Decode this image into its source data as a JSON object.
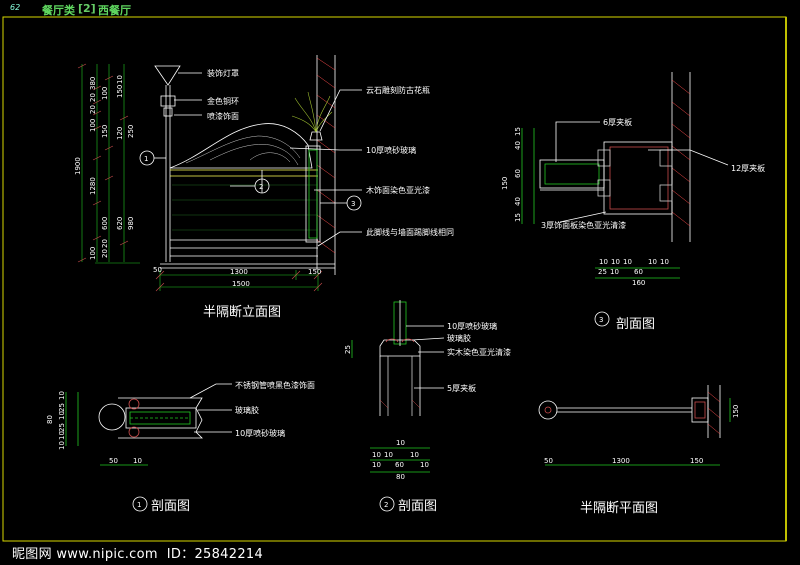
{
  "header": {
    "page_num": "62",
    "category": "餐厅类",
    "bracket": "[2]",
    "subcategory": "西餐厅"
  },
  "elevation": {
    "title": "半隔断立面图",
    "labels": [
      "装饰灯罩",
      "金色铜环",
      "喷漆饰面",
      "云石雕刻防古花瓶",
      "10厚喷砂玻璃",
      "木饰面染色亚光漆",
      "此脚线与墙面踢脚线相同"
    ],
    "circle_2": "2",
    "circle_3": "3",
    "circle_1": "1",
    "dims_left": [
      "1900",
      "1280",
      "100"
    ],
    "dims_col2": [
      "380",
      "20",
      "20",
      "100",
      "150",
      "600",
      "20",
      "100",
      "20"
    ],
    "dims_col3": [
      "10",
      "150",
      "120",
      "620",
      "980"
    ],
    "dims_col4": [
      "250"
    ],
    "bottom_dims": [
      "50",
      "1300",
      "150",
      "1500"
    ]
  },
  "section3": {
    "title": "剖面图",
    "num": "3",
    "labels": [
      "6厚夹板",
      "12厚夹板",
      "3厚饰面板染色亚光清漆"
    ],
    "vdims": [
      "15",
      "40",
      "150",
      "60",
      "40",
      "15"
    ],
    "hdims": [
      "10",
      "10",
      "10",
      "25",
      "10",
      "60",
      "10",
      "10",
      "160"
    ]
  },
  "section1": {
    "title": "剖面图",
    "num": "1",
    "labels": [
      "不锈钢管喷黑色漆饰面",
      "玻璃胶",
      "10厚喷砂玻璃"
    ],
    "vdims": [
      "10",
      "25",
      "10",
      "80",
      "25",
      "10",
      "10"
    ],
    "hdims": [
      "50",
      "10"
    ]
  },
  "section2": {
    "title": "剖面图",
    "num": "2",
    "labels": [
      "10厚喷砂玻璃",
      "玻璃胶",
      "实木染色亚光清漆",
      "5厚夹板"
    ],
    "vdims": [
      "25"
    ],
    "hdims": [
      "10",
      "10",
      "10",
      "10",
      "60",
      "10",
      "10",
      "80"
    ]
  },
  "plan": {
    "title": "半隔断平面图",
    "dims": [
      "1300",
      "150",
      "150",
      "50"
    ]
  },
  "watermark": {
    "brand": "昵图网",
    "url": "www.nipic.com",
    "id_label": "ID：",
    "id": "25842214"
  }
}
